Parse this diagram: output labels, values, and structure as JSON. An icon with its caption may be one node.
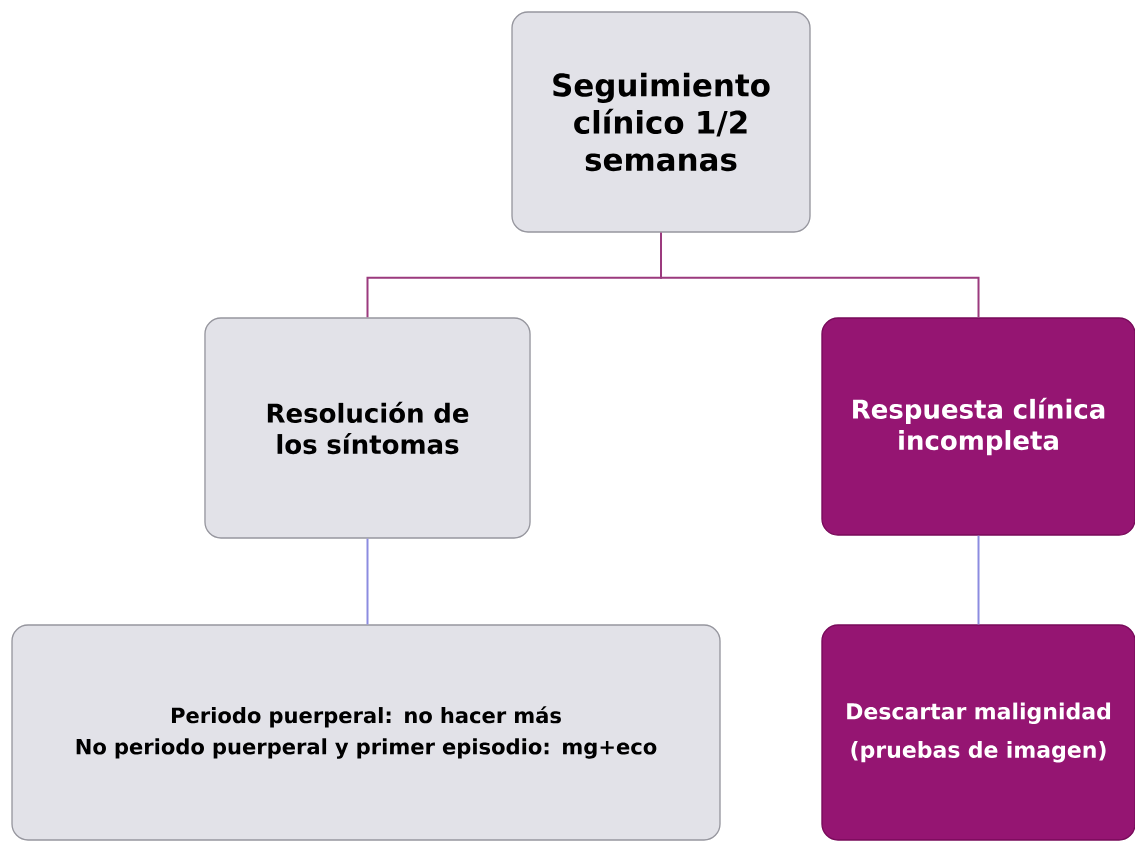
{
  "diagram": {
    "nodes": [
      {
        "text": [
          "Seguimiento clínico 1/2 semanas"
        ]
      },
      {
        "text": [
          "Resolución de los síntomas"
        ]
      },
      {
        "text": [
          "Respuesta clínica incompleta"
        ]
      },
      {
        "text": [
          "Periodo puerperal: no hacer más",
          "No periodo puerperal  y primer episodio: mg+eco"
        ]
      },
      {
        "text": [
          "Descartar malignidad",
          "(pruebas de imagen)"
        ]
      }
    ],
    "edges": [
      {
        "from": 0,
        "to": 1,
        "arrow": "none",
        "color": "#9b3a7e"
      },
      {
        "from": 0,
        "to": 2,
        "arrow": "none",
        "color": "#9b3a7e"
      },
      {
        "from": 1,
        "to": 3,
        "arrow": "none",
        "color": "#8c8ce0"
      },
      {
        "from": 2,
        "to": 4,
        "arrow": "none",
        "color": "#8c8ce0"
      }
    ]
  }
}
